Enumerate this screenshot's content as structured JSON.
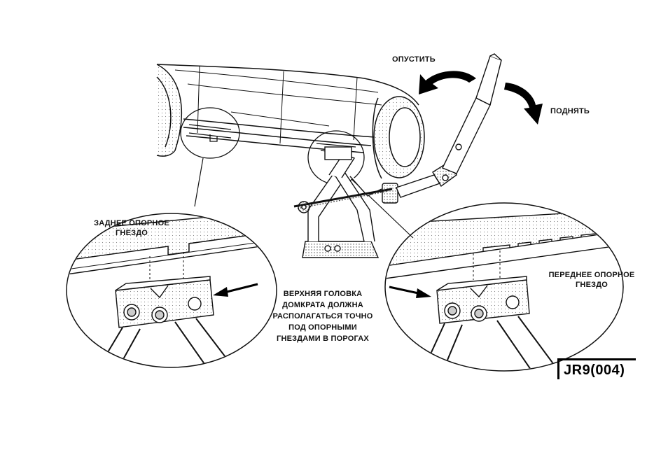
{
  "labels": {
    "lower": "ОПУСТИТЬ",
    "raise": "ПОДНЯТЬ",
    "rear_socket": [
      "ЗАДНЕЕ ОПОРНОЕ",
      "ГНЕЗДО"
    ],
    "front_socket": [
      "ПЕРЕДНЕЕ ОПОРНОЕ",
      "ГНЕЗДО"
    ],
    "instruction": [
      "ВЕРХНЯЯ ГОЛОВКА",
      "ДОМКРАТА ДОЛЖНА",
      "РАСПОЛАГАТЬСЯ ТОЧНО",
      "ПОД ОПОРНЫМИ",
      "ГНЕЗДАМИ В ПОРОГАХ"
    ]
  },
  "figure_code": "JR9(004)",
  "icons": {
    "arrow_lower": "curved-arrow-left-icon",
    "arrow_raise": "curved-arrow-down-right-icon",
    "pointer_left": "arrow-pointer-icon"
  }
}
